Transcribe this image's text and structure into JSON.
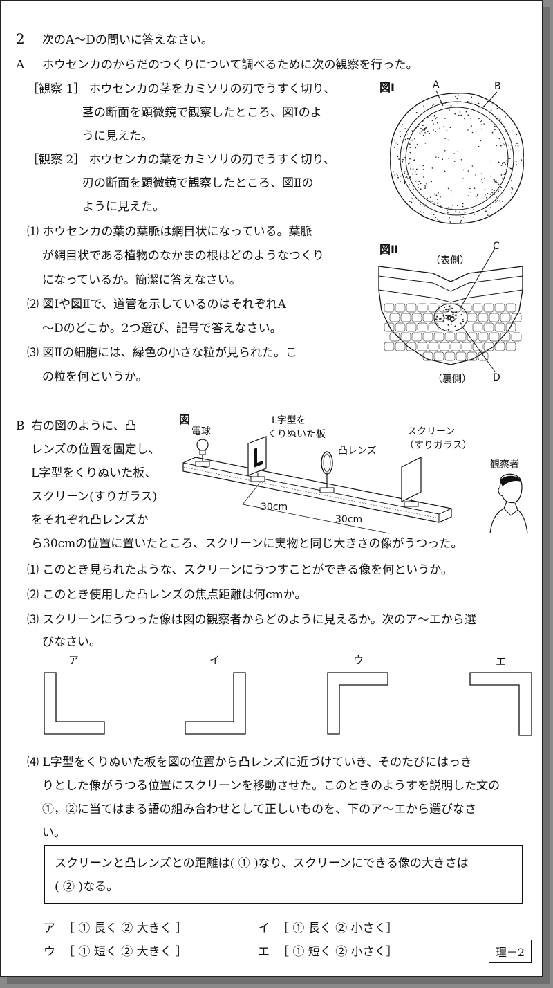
{
  "q2": {
    "number": "2",
    "intro": "次のA～Dの問いに答えなさい。",
    "partA": {
      "label": "A",
      "lead": "ホウセンカのからだのつくりについて調べるために次の観察を行った。",
      "obs1": [
        "［観察 1］ ホウセンカの茎をカミソリの刃でうすく切り、",
        "茎の断面を顕微鏡で観察したところ、図Ⅰのよ",
        "うに見えた。"
      ],
      "obs2": [
        "［観察 2］ ホウセンカの葉をカミソリの刃でうすく切り、",
        "刃の断面を顕微鏡で観察したところ、図Ⅱの",
        "ように見えた。"
      ],
      "q1": [
        "⑴ ホウセンカの葉の葉脈は網目状になっている。葉脈",
        "が網目状である植物のなかまの根はどのようなつくり",
        "になっているか。簡潔に答えなさい。"
      ],
      "q2": [
        "⑵ 図Ⅰや図Ⅱで、道管を示しているのはそれぞれA",
        "～Dのどこか。2つ選び、記号で答えなさい。"
      ],
      "q3": [
        "⑶ 図Ⅱの細胞には、緑色の小さな粒が見られた。こ",
        "の粒を何というか。"
      ],
      "fig1": {
        "title": "図Ⅰ",
        "labelA": "A",
        "labelB": "B"
      },
      "fig2": {
        "title": "図Ⅱ",
        "top": "（表側）",
        "bottom": "（裏側）",
        "labelC": "C",
        "labelD": "D"
      }
    },
    "partB": {
      "label": "B",
      "lead": [
        "右の図のように、凸",
        "レンズの位置を固定し、",
        "L字型をくりぬいた板、",
        "スクリーン(すりガラス)",
        "をそれぞれ凸レンズか"
      ],
      "lead_cont": "ら30cmの位置に置いたところ、スクリーンに実物と同じ大きさの像がうつった。",
      "fig": {
        "title": "図",
        "bulb": "電球",
        "plate": [
          "L字型を",
          "くりぬいた板"
        ],
        "lens": "凸レンズ",
        "screen": [
          "スクリーン",
          "（すりガラス）"
        ],
        "observer": "観察者",
        "dist1": "30cm",
        "dist2": "30cm"
      },
      "q1": "⑴ このとき見られたような、スクリーンにうつすことができる像を何というか。",
      "q2": "⑵ このとき使用した凸レンズの焦点距離は何cmか。",
      "q3": [
        "⑶ スクリーンにうつった像は図の観察者からどのように見えるか。次のア～エから選",
        "びなさい。"
      ],
      "choices": [
        "ア",
        "イ",
        "ウ",
        "エ"
      ],
      "q4": [
        "⑷ L字型をくりぬいた板を図の位置から凸レンズに近づけていき、そのたびにはっき",
        "りとした像がうつる位置にスクリーンを移動させた。このときのようすを説明した文の",
        "①，②に当てはまる語の組み合わせとして正しいものを、下のア～エから選びなさ",
        "い。"
      ],
      "boxtext": [
        "スクリーンと凸レンズとの距離は(  ①  )なり、スクリーンにできる像の大きさは",
        "(  ②  )なる。"
      ],
      "options": [
        {
          "mark": "ア",
          "text": "［ ① 長く  ② 大きく ］"
        },
        {
          "mark": "イ",
          "text": "［ ① 長く  ② 小さく］"
        },
        {
          "mark": "ウ",
          "text": "［ ① 短く  ② 大きく ］"
        },
        {
          "mark": "エ",
          "text": "［ ① 短く  ② 小さく］"
        }
      ]
    },
    "page_label": "理－2"
  }
}
